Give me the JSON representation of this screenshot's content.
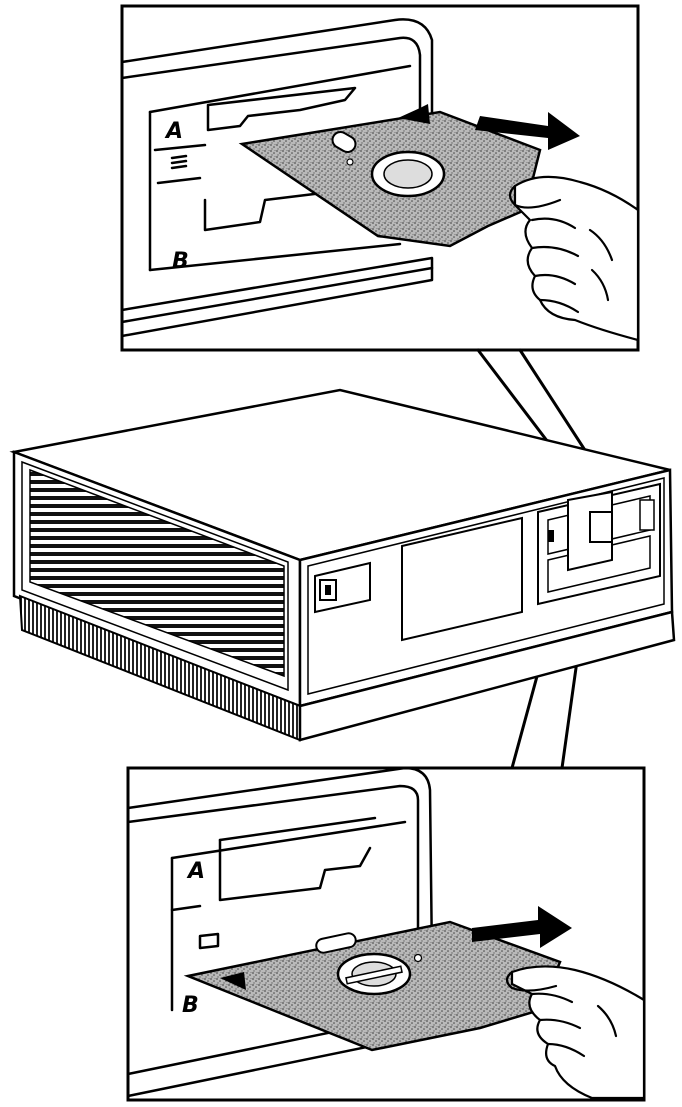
{
  "top_panel": {
    "drive_label_a": "A",
    "drive_label_b": "B"
  },
  "bottom_panel": {
    "drive_label_a": "A",
    "drive_label_b": "B"
  },
  "colors": {
    "ink": "#000000",
    "paper": "#ffffff",
    "disk_texture": "#8a8a8a"
  },
  "icons": [
    "insert-direction-arrow",
    "write-protect-notch-arrow",
    "power-switch"
  ]
}
